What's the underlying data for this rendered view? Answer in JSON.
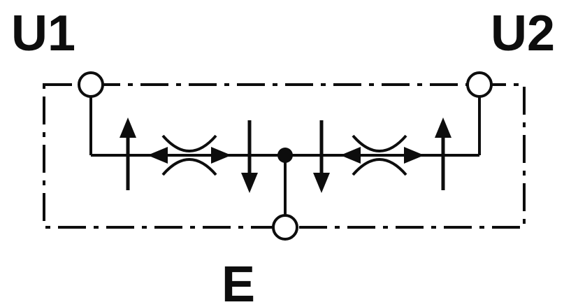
{
  "diagram": {
    "labels": {
      "port_top_left": "U1",
      "port_top_right": "U2",
      "port_bottom": "E"
    },
    "colors": {
      "line": "#0d0d0d",
      "background": "#ffffff"
    }
  }
}
